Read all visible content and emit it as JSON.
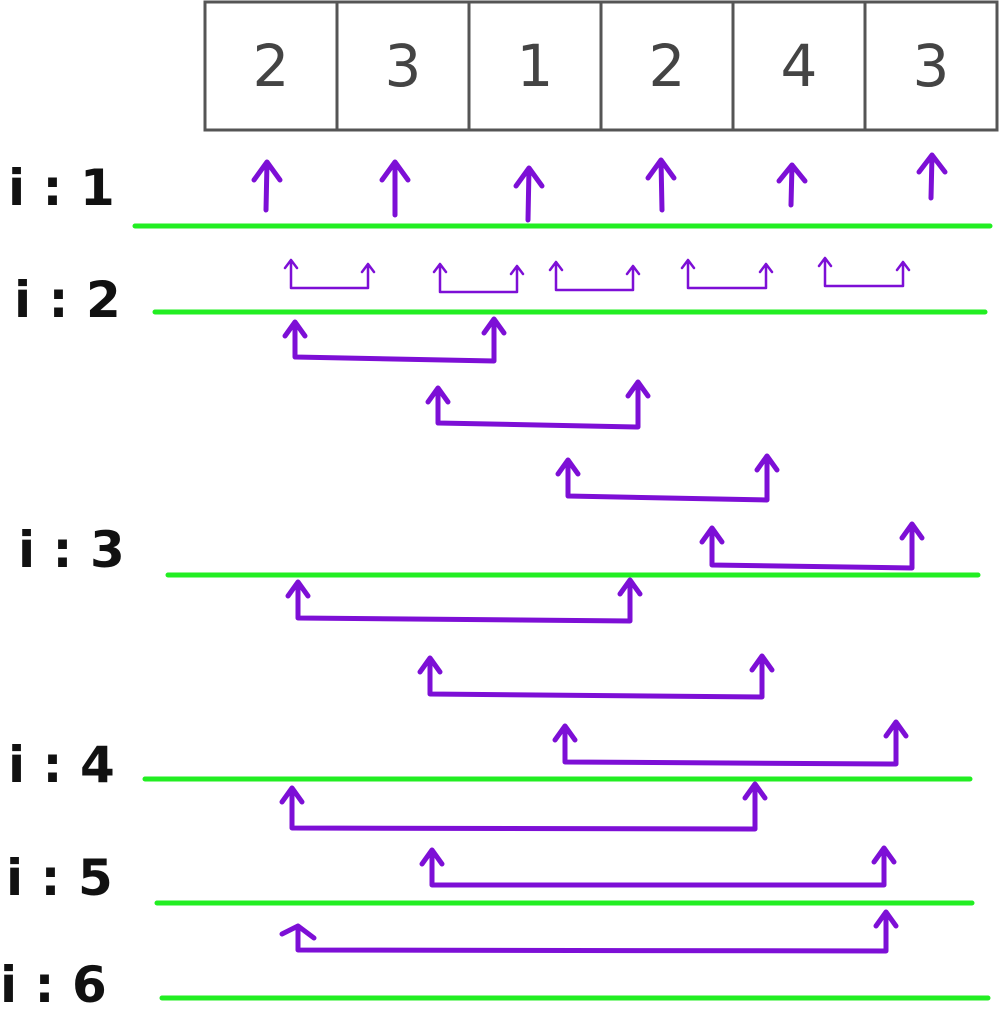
{
  "array": {
    "cells": [
      "2",
      "3",
      "1",
      "2",
      "4",
      "3"
    ]
  },
  "rows": [
    {
      "label": "i : 1"
    },
    {
      "label": "i : 2"
    },
    {
      "label": "i : 3"
    },
    {
      "label": "i : 4"
    },
    {
      "label": "i : 5"
    },
    {
      "label": "i : 6"
    }
  ],
  "colors": {
    "level_line": "#22ee22",
    "arrow": "#7d0fd6",
    "box_border": "#555555",
    "text": "#111111"
  }
}
